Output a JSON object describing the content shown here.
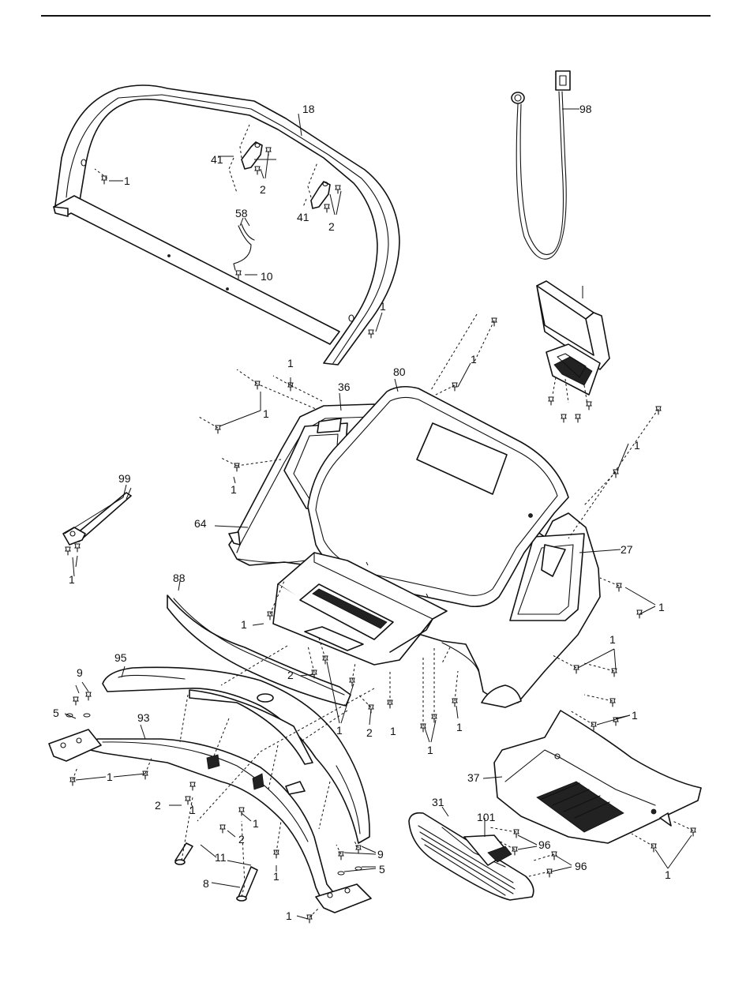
{
  "callouts": {
    "c1": "1",
    "c2": "2",
    "c5": "5",
    "c8": "8",
    "c9": "9",
    "c10": "10",
    "c11": "11",
    "c18": "18",
    "c27": "27",
    "c31": "31",
    "c36": "36",
    "c37": "37",
    "c41": "41",
    "c58": "58",
    "c64": "64",
    "c80": "80",
    "c88": "88",
    "c93": "93",
    "c95": "95",
    "c96": "96",
    "c98": "98",
    "c99": "99",
    "c101": "101"
  }
}
